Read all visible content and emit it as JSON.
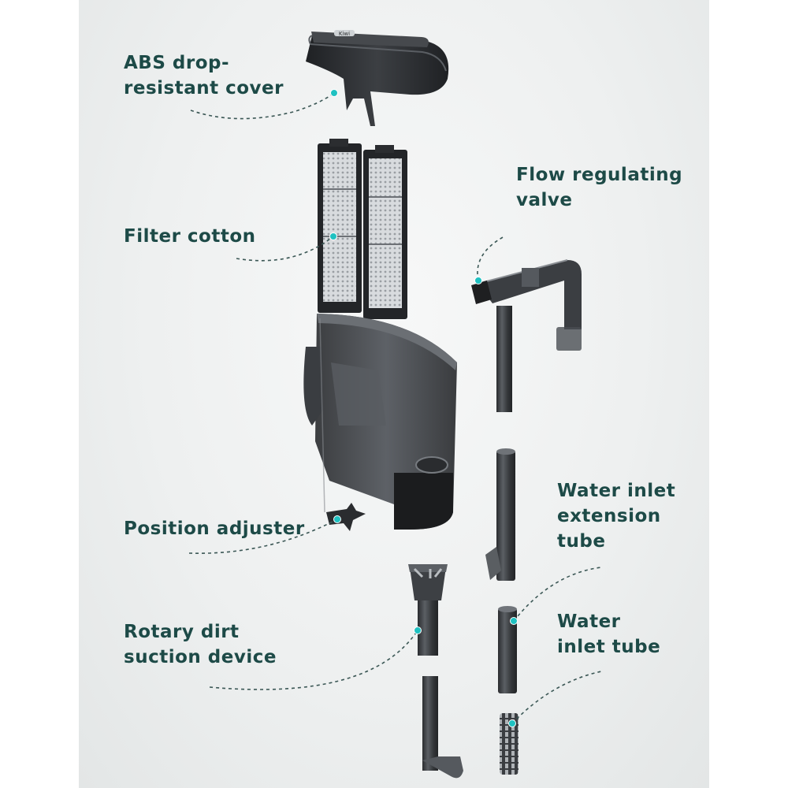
{
  "colors": {
    "label": "#1d4a47",
    "leader": "#3b5755",
    "dot": "#1fc1c1",
    "part_dark": "#2b2d30",
    "part_mid": "#44474b",
    "part_light": "#6e7277"
  },
  "labels": {
    "cover": "ABS drop-\nresistant cover",
    "filter_cotton": "Filter cotton",
    "flow_valve": "Flow regulating\nvalve",
    "position_adjuster": "Position adjuster",
    "extension_tube": "Water inlet\nextension\ntube",
    "rotary_dirt": "Rotary dirt\nsuction device",
    "inlet_tube": "Water\ninlet tube"
  },
  "cover_logo": "Kiwi"
}
